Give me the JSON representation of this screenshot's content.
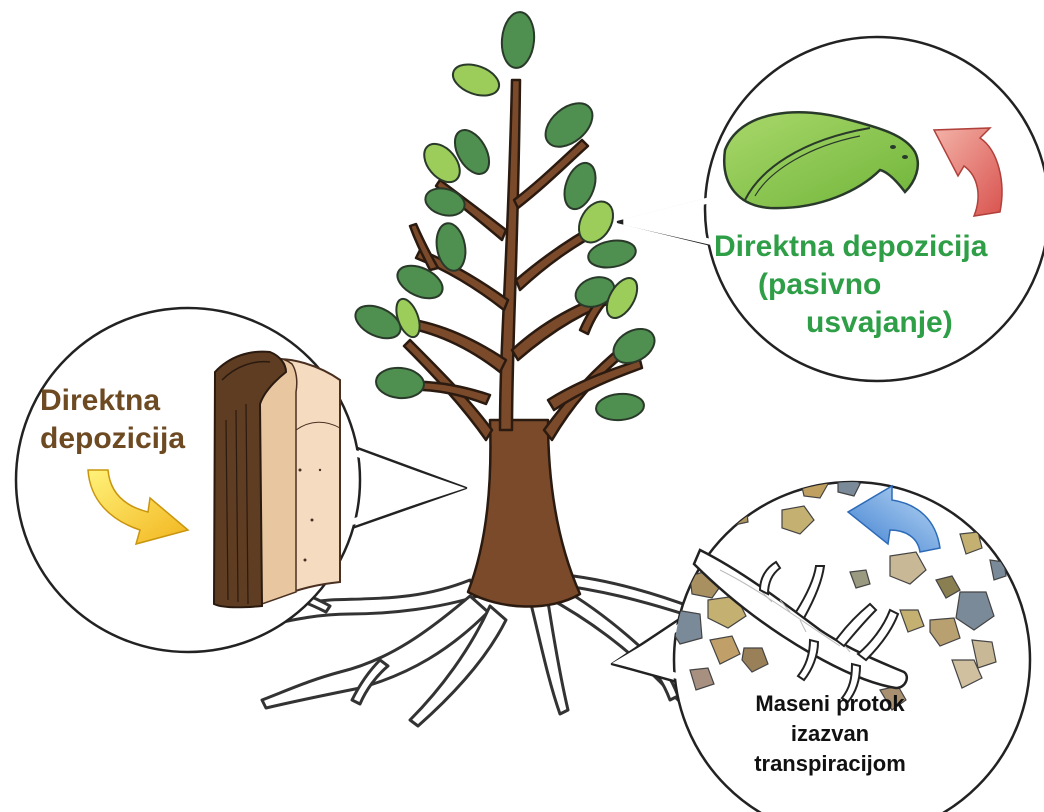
{
  "callouts": {
    "leaf": {
      "line1": "Direktna depozicija",
      "line2": "(pasivno",
      "line3": "usvajanje)",
      "color": "#2e9e47"
    },
    "bark": {
      "line1": "Direktna",
      "line2": "depozicija",
      "color": "#6d4a22"
    },
    "root": {
      "line1": "Maseni protok",
      "line2": "izazvan",
      "line3": "transpiracijom",
      "color": "#111111"
    }
  },
  "colors": {
    "trunk": "#7a4a2a",
    "leaf_dark": "#4f8f4f",
    "leaf_light": "#9ccc5a",
    "arrow_red": "#d9534f",
    "arrow_yellow": "#f2c81e",
    "arrow_blue": "#4a8fd9",
    "outline": "#222222"
  }
}
